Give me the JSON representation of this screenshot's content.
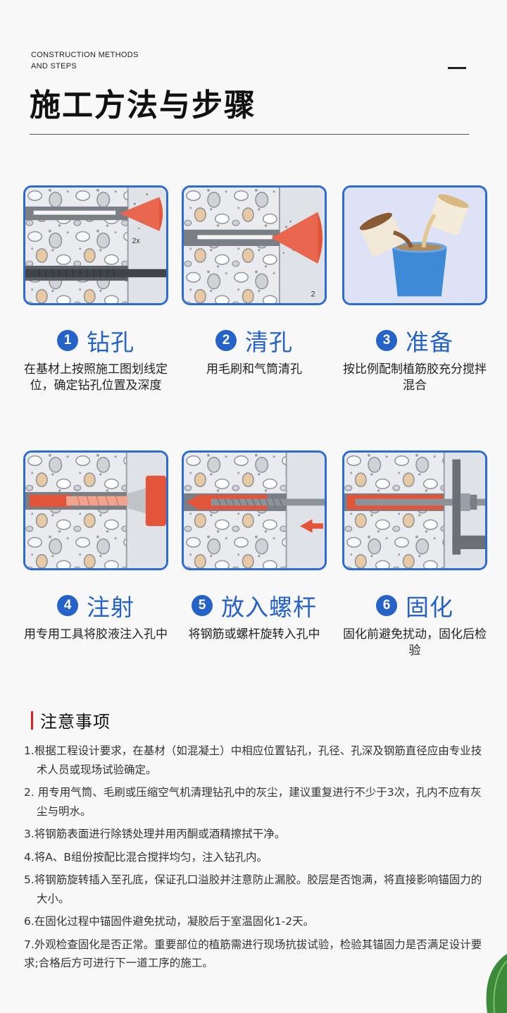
{
  "header": {
    "en_line1": "CONSTRUCTION METHODS",
    "en_line2": "AND STEPS",
    "title": "施工方法与步骤"
  },
  "steps": [
    {
      "num": "1",
      "name": "钻孔",
      "desc": "在基材上按照施工图划线定位，确定钻孔位置及深度"
    },
    {
      "num": "2",
      "name": "清孔",
      "desc": "用毛刷和气筒清孔"
    },
    {
      "num": "3",
      "name": "准备",
      "desc": "按比例配制植筋胶充分搅拌混合"
    },
    {
      "num": "4",
      "name": "注射",
      "desc": "用专用工具将胶液注入孔中"
    },
    {
      "num": "5",
      "name": "放入螺杆",
      "desc": "将钢筋或螺杆旋转入孔中"
    },
    {
      "num": "6",
      "name": "固化",
      "desc": "固化前避免扰动，固化后检验"
    }
  ],
  "notes": {
    "title": "注意事项",
    "items": [
      "1.根据工程设计要求，在基材（如混凝土）中相应位置钻孔，孔径、孔深及钢筋直径应由专业技术人员或现场试验确定。",
      "2. 用专用气筒、毛刷或压缩空气机清理钻孔中的灰尘，建议重复进行不少于3次，孔内不应有灰尘与明水。",
      "3.将钢筋表面进行除锈处理并用丙酮或酒精擦拭干净。",
      "4.将A、B组份按配比混合搅拌均匀，注入钻孔内。",
      "5.将钢筋旋转插入至孔底，保证孔口溢胶并注意防止漏胶。胶层是否饱满，将直接影响锚固力的大小。",
      "6.在固化过程中锚固件避免扰动，凝胶后于室温固化1-2天。",
      "7.外观检查固化是否正常。重要部位的植筋需进行现场抗拔试验，检验其锚固力是否满足设计要求;合格后方可进行下一道工序的施工。"
    ]
  },
  "panel_labels": {
    "step1": "2x",
    "step2": "2"
  },
  "colors": {
    "accent": "#2563c9",
    "frame": "#2d6bd4",
    "glue": "#e2553a",
    "notes_bar": "#e02020"
  }
}
